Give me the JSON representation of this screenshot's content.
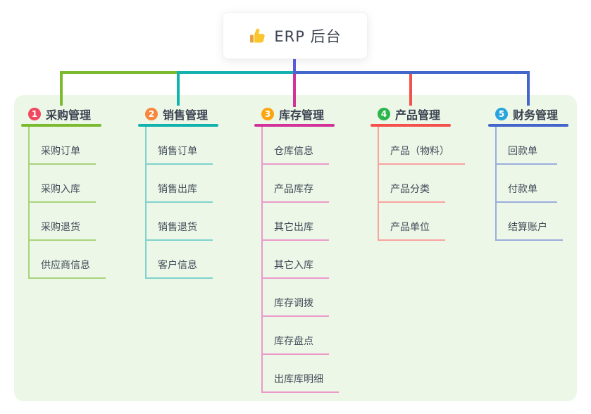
{
  "root": {
    "label": "ERP 后台",
    "icon": "thumbs-up-icon"
  },
  "colors": {
    "page_bg": "#ffffff",
    "panel_bg": "#ecf7e8",
    "root_connector": "#5a5ce0",
    "root_text": "#3c4453",
    "thumb_yellow": "#fbc52d",
    "thumb_cuff": "#e9a33b"
  },
  "branches": [
    {
      "index": "1",
      "label": "采购管理",
      "badge_color": "#f0485f",
      "line_color": "#7cba2f",
      "light_color": "#a9d47b",
      "children": [
        "采购订单",
        "采购入库",
        "采购退货",
        "供应商信息"
      ]
    },
    {
      "index": "2",
      "label": "销售管理",
      "badge_color": "#f7873c",
      "line_color": "#13b2af",
      "light_color": "#7fd3cd",
      "children": [
        "销售订单",
        "销售出库",
        "销售退货",
        "客户信息"
      ]
    },
    {
      "index": "3",
      "label": "库存管理",
      "badge_color": "#fba60f",
      "line_color": "#d1339b",
      "light_color": "#eb9aca",
      "children": [
        "仓库信息",
        "产品库存",
        "其它出库",
        "其它入库",
        "库存调拨",
        "库存盘点",
        "出库库明细"
      ]
    },
    {
      "index": "4",
      "label": "产品管理",
      "badge_color": "#2db44c",
      "line_color": "#f5514c",
      "light_color": "#f8a39e",
      "children": [
        "产品（物料）",
        "产品分类",
        "产品单位"
      ]
    },
    {
      "index": "5",
      "label": "财务管理",
      "badge_color": "#28a4dc",
      "line_color": "#4466cb",
      "light_color": "#9cadde",
      "children": [
        "回款单",
        "付款单",
        "结算账户"
      ]
    }
  ]
}
